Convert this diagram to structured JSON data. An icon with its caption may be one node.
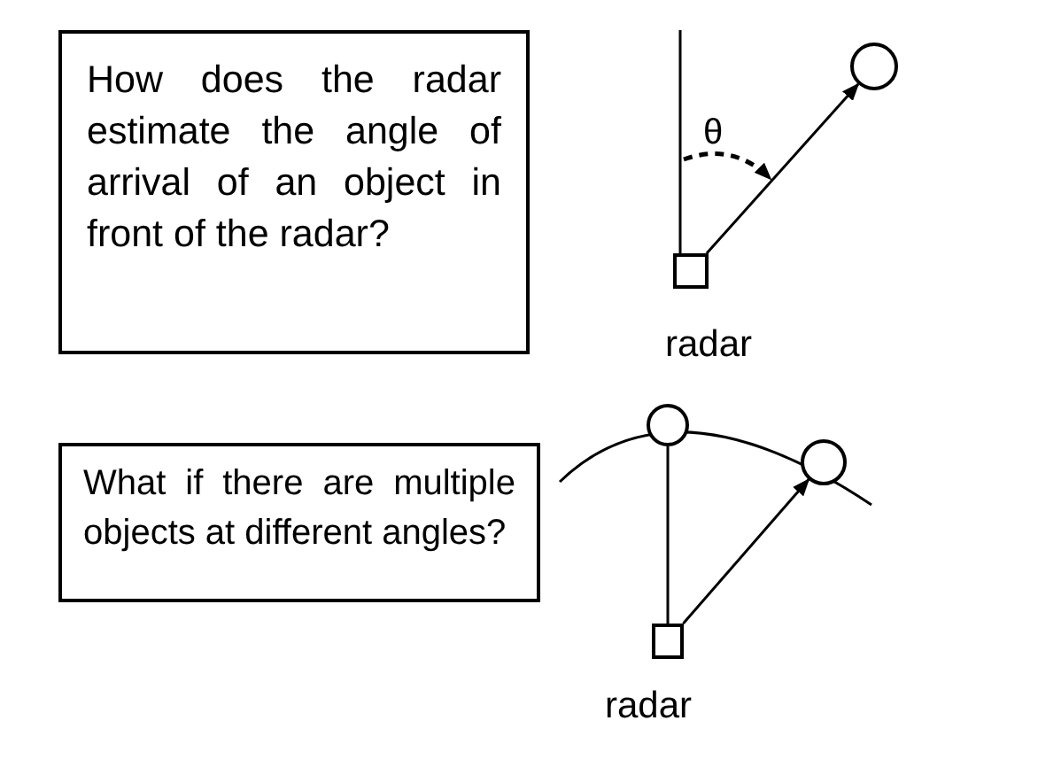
{
  "diagram": {
    "nodes": [
      {
        "text": [
          "How does the radar estimate the angle of arrival of an object in front of the radar?"
        ]
      },
      {
        "text": [],
        "shape": "box",
        "beside": [
          "radar"
        ]
      },
      {
        "text": [],
        "shape": "circle"
      },
      {
        "text": [
          "What if there are multiple objects at different angles?"
        ]
      },
      {
        "text": [],
        "shape": "box",
        "beside": [
          "radar"
        ]
      },
      {
        "text": [],
        "shape": "circle"
      },
      {
        "text": [],
        "shape": "circle"
      }
    ],
    "edges": [
      {
        "from": 1,
        "to": null,
        "arrow": "none"
      },
      {
        "from": 1,
        "to": 2,
        "arrow": "to"
      },
      {
        "from": 4,
        "to": 5,
        "arrow": "none"
      },
      {
        "from": 4,
        "to": 6,
        "arrow": "to"
      }
    ],
    "labels": [
      "θ"
    ]
  }
}
